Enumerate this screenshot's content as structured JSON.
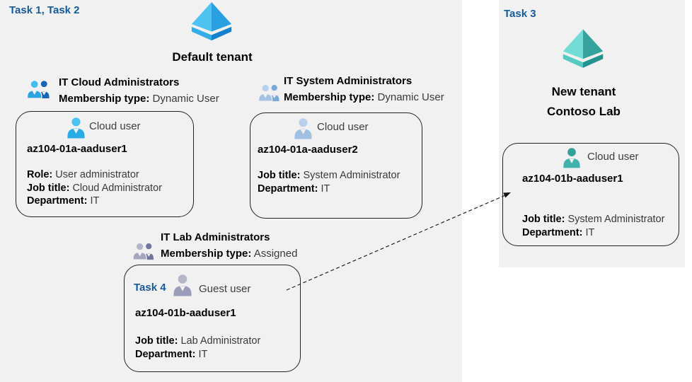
{
  "colors": {
    "panel_bg": "#f1f1f2",
    "task_label_blue": "#155a9c",
    "azure_ad_blue_light": "#4ec3f2",
    "azure_ad_blue_dark": "#28a0e2",
    "azure_ad_teal_light": "#74dcd6",
    "azure_ad_teal_dark": "#35a39c",
    "cloud_user_blue": "#2aade4",
    "cloud_user_steel": "#a0c0e2",
    "guest_user_gray": "#9b9cb7",
    "cloud_user_teal": "#41b1ab"
  },
  "icons": {
    "default_tenant": "azure-ad-diamond-blue",
    "new_tenant": "azure-ad-diamond-teal",
    "group": "two-users-silhouette",
    "user": "user-silhouette",
    "connector": "dashed-arrow"
  },
  "left_panel": {
    "task_label": "Task 1, Task 2",
    "tenant_name": "Default tenant"
  },
  "right_panel": {
    "task_label": "Task 3",
    "tenant_line1": "New tenant",
    "tenant_line2": "Contoso Lab"
  },
  "groups": [
    {
      "title": "IT Cloud Administrators",
      "membership_label": "Membership type:",
      "membership_value": "Dynamic User"
    },
    {
      "title": "IT System Administrators",
      "membership_label": "Membership type:",
      "membership_value": "Dynamic User"
    },
    {
      "title": "IT Lab Administrators",
      "membership_label": "Membership type:",
      "membership_value": "Assigned"
    }
  ],
  "cards": [
    {
      "user_type": "Cloud user",
      "name": "az104-01a-aaduser1",
      "fields": [
        {
          "label": "Role:",
          "value": "User administrator"
        },
        {
          "label": "Job title:",
          "value": "Cloud Administrator"
        },
        {
          "label": "Department:",
          "value": "IT"
        }
      ]
    },
    {
      "user_type": "Cloud user",
      "name": "az104-01a-aaduser2",
      "fields": [
        {
          "label": "Job title:",
          "value": "System Administrator"
        },
        {
          "label": "Department:",
          "value": "IT"
        }
      ]
    },
    {
      "task_label": "Task 4",
      "user_type": "Guest user",
      "name": "az104-01b-aaduser1",
      "fields": [
        {
          "label": "Job title:",
          "value": "Lab Administrator"
        },
        {
          "label": "Department:",
          "value": "IT"
        }
      ]
    },
    {
      "user_type": "Cloud user",
      "name": "az104-01b-aaduser1",
      "fields": [
        {
          "label": "Job title:",
          "value": "System Administrator"
        },
        {
          "label": "Department:",
          "value": "IT"
        }
      ]
    }
  ]
}
